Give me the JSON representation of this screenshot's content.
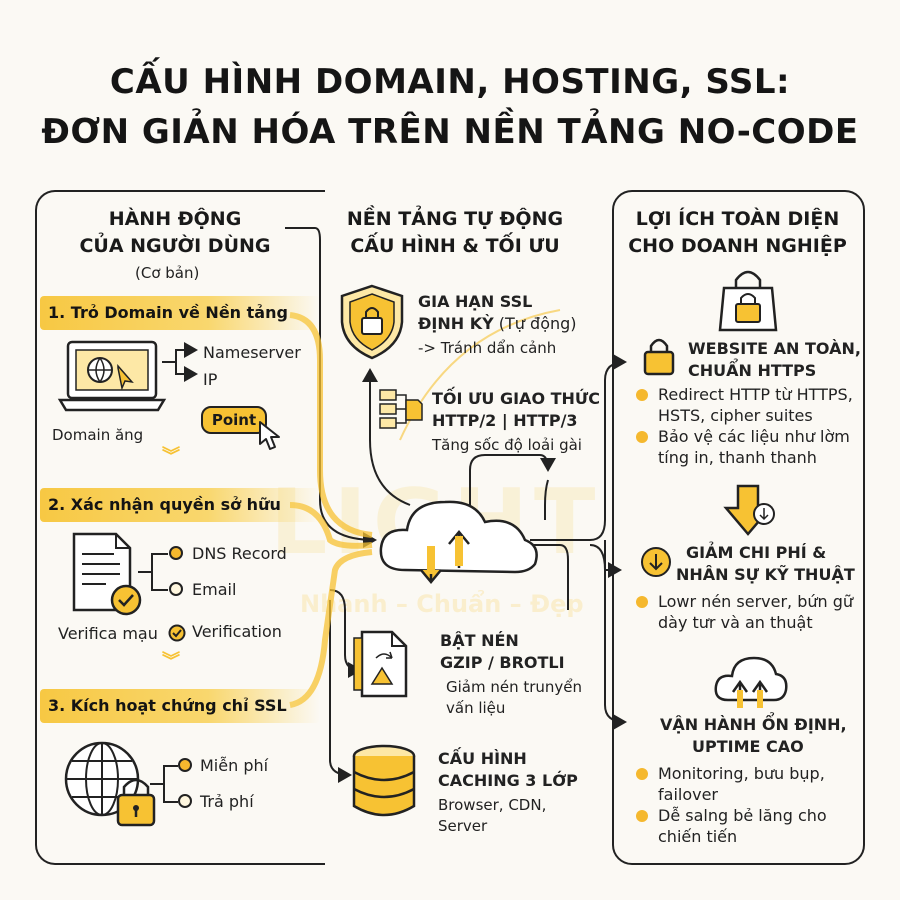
{
  "title": {
    "line1": "CẤU HÌNH DOMAIN, HOSTING, SSL:",
    "line2": "ĐƠN GIẢN HÓA TRÊN NỀN TẢNG NO-CODE"
  },
  "watermark": {
    "brand": "LIGHT",
    "tagline": "Nhanh – Chuẩn – Đẹp"
  },
  "left": {
    "heading1": "HÀNH ĐỘNG",
    "heading2": "CỦA NGƯỜI DÙNG",
    "subheading": "(Cơ bản)",
    "step1": {
      "label": "1. Trỏ Domain về Nền tảng",
      "nameserver": "Nameserver",
      "ip": "IP",
      "point": "Point",
      "caption": "Domain ăng"
    },
    "step2": {
      "label": "2. Xác nhận quyền sở hữu",
      "dns": "DNS Record",
      "email": "Email",
      "caption": "Verifica mạu",
      "verification": "Verification"
    },
    "step3": {
      "label": "3. Kích hoạt chứng chỉ SSL",
      "free": "Miễn phí",
      "paid": "Trả phí"
    }
  },
  "middle": {
    "heading1": "NỀN TẢNG TỰ ĐỘNG",
    "heading2": "CẤU HÌNH & TỐI ƯU",
    "ssl": {
      "title1": "GIA HẠN SSL",
      "title2": "ĐỊNH KỲ",
      "title2_suffix": " (Tự động)",
      "desc": "-> Tránh dẩn cảnh"
    },
    "protocol": {
      "title1": "TỐI ƯU GIAO THỨC",
      "title2": "HTTP/2 | HTTP/3",
      "desc": "Tăng sốc độ loải gài"
    },
    "gzip": {
      "title1": "BẬT NÉN",
      "title2": "GZIP / BROTLI",
      "desc1": "Giảm nén trunyển",
      "desc2": "vấn liệu"
    },
    "cache": {
      "title1": "CẤU HÌNH",
      "title2": "CACHING 3 LỚP",
      "desc1": "Browser, CDN,",
      "desc2": "Server"
    }
  },
  "right": {
    "heading1": "LỢI ÍCH TOÀN DIỆN",
    "heading2": "CHO DOANH NGHIỆP",
    "secure": {
      "title1": "WEBSITE AN TOÀN,",
      "title2": "CHUẨN HTTPS",
      "b1l1": "Redirect HTTP từ HTTPS,",
      "b1l2": "HSTS, cipher suites",
      "b2l1": "Bảo vệ các liệu như lờm",
      "b2l2": "tíng in, thanh thanh"
    },
    "cost": {
      "title1": "GIẢM CHI PHÍ &",
      "title2": "NHÂN SỰ KỸ THUẬT",
      "b1l1": "Lowr nén server, bứn gữ",
      "b1l2": "dày tưr và an thuật"
    },
    "uptime": {
      "title1": "VẬN HÀNH ỔN ĐỊNH,",
      "title2": "UPTIME CAO",
      "b1l1": "Monitoring, bưu bụp,",
      "b1l2": "failover",
      "b2l1": "Dễ salng bẻ lăng cho",
      "b2l2": "chiến tiến"
    }
  },
  "colors": {
    "accent": "#f7c233",
    "accent_light": "#fde8a6",
    "ink": "#1a1a1a",
    "background": "#fbf9f4"
  },
  "icons": [
    "laptop-globe-icon",
    "cursor-icon",
    "document-check-icon",
    "globe-lock-icon",
    "shield-lock-icon",
    "server-docs-icon",
    "cloud-arrows-icon",
    "zip-file-icon",
    "database-icon",
    "shopping-bag-lock-icon",
    "padlock-icon",
    "down-arrow-icon",
    "cloud-upload-icon"
  ]
}
